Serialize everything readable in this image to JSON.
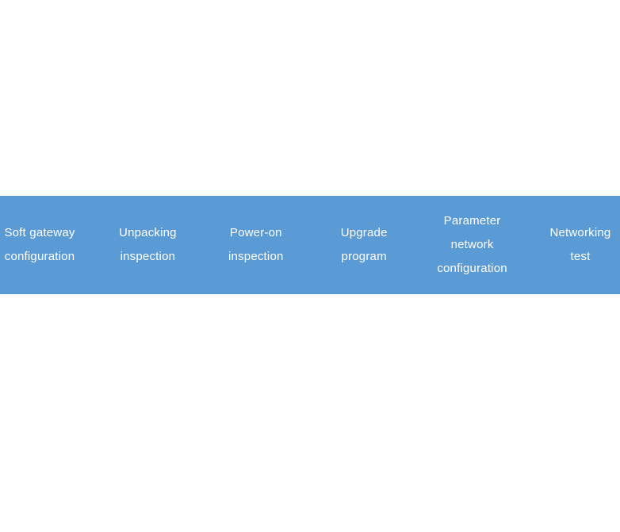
{
  "colors": {
    "band_background": "#5b9bd5",
    "step_text": "#ffffff",
    "page_background": "#ffffff"
  },
  "process": {
    "steps": [
      {
        "label": "Soft gateway configuration",
        "lines": [
          "Soft gateway",
          "configuration"
        ]
      },
      {
        "label": "Unpacking inspection",
        "lines": [
          "Unpacking",
          "inspection"
        ]
      },
      {
        "label": "Power-on inspection",
        "lines": [
          "Power-on",
          "inspection"
        ]
      },
      {
        "label": "Upgrade program",
        "lines": [
          "Upgrade",
          "program"
        ]
      },
      {
        "label": "Parameter network configuration",
        "lines": [
          "Parameter",
          "network",
          "configuration"
        ]
      },
      {
        "label": "Networking test",
        "lines": [
          "Networking",
          "test"
        ]
      }
    ]
  }
}
